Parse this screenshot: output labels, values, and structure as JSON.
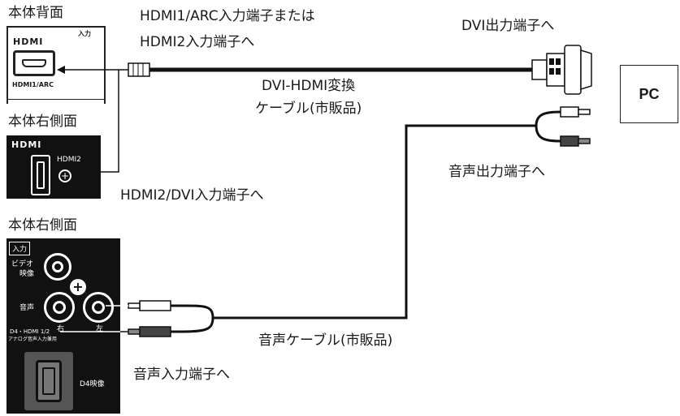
{
  "labels": {
    "rear_title": "本体背面",
    "hdmi_in_line1": "HDMI1/ARC入力端子または",
    "hdmi_in_line2": "HDMI2入力端子へ",
    "dvi_out": "DVI出力端子へ",
    "cable_line1": "DVI-HDMI変換",
    "cable_line2": "ケーブル(市販品)",
    "pc": "PC",
    "right_side_title_1": "本体右側面",
    "audio_out": "音声出力端子へ",
    "hdmi2_dvi_in": "HDMI2/DVI入力端子へ",
    "right_side_title_2": "本体右側面",
    "audio_cable": "音声ケーブル(市販品)",
    "audio_in": "音声入力端子へ"
  },
  "rear_panel": {
    "input_label": "入力",
    "logo": "HDMI",
    "port_label": "HDMI1/ARC"
  },
  "side_panel_1": {
    "logo": "HDMI",
    "port_label": "HDMI2"
  },
  "side_panel_2": {
    "input_tag": "入力",
    "video_label_1": "ビデオ",
    "video_label_2": "映像",
    "audio_label": "音声",
    "right_label": "右",
    "left_label": "左",
    "d4_note_1": "D4・HDMI 1/2",
    "d4_note_2": "アナログ音声入力兼用",
    "d4_label": "D4映像"
  },
  "colors": {
    "panel": "#111111",
    "cable": "#111111",
    "background": "#ffffff"
  }
}
